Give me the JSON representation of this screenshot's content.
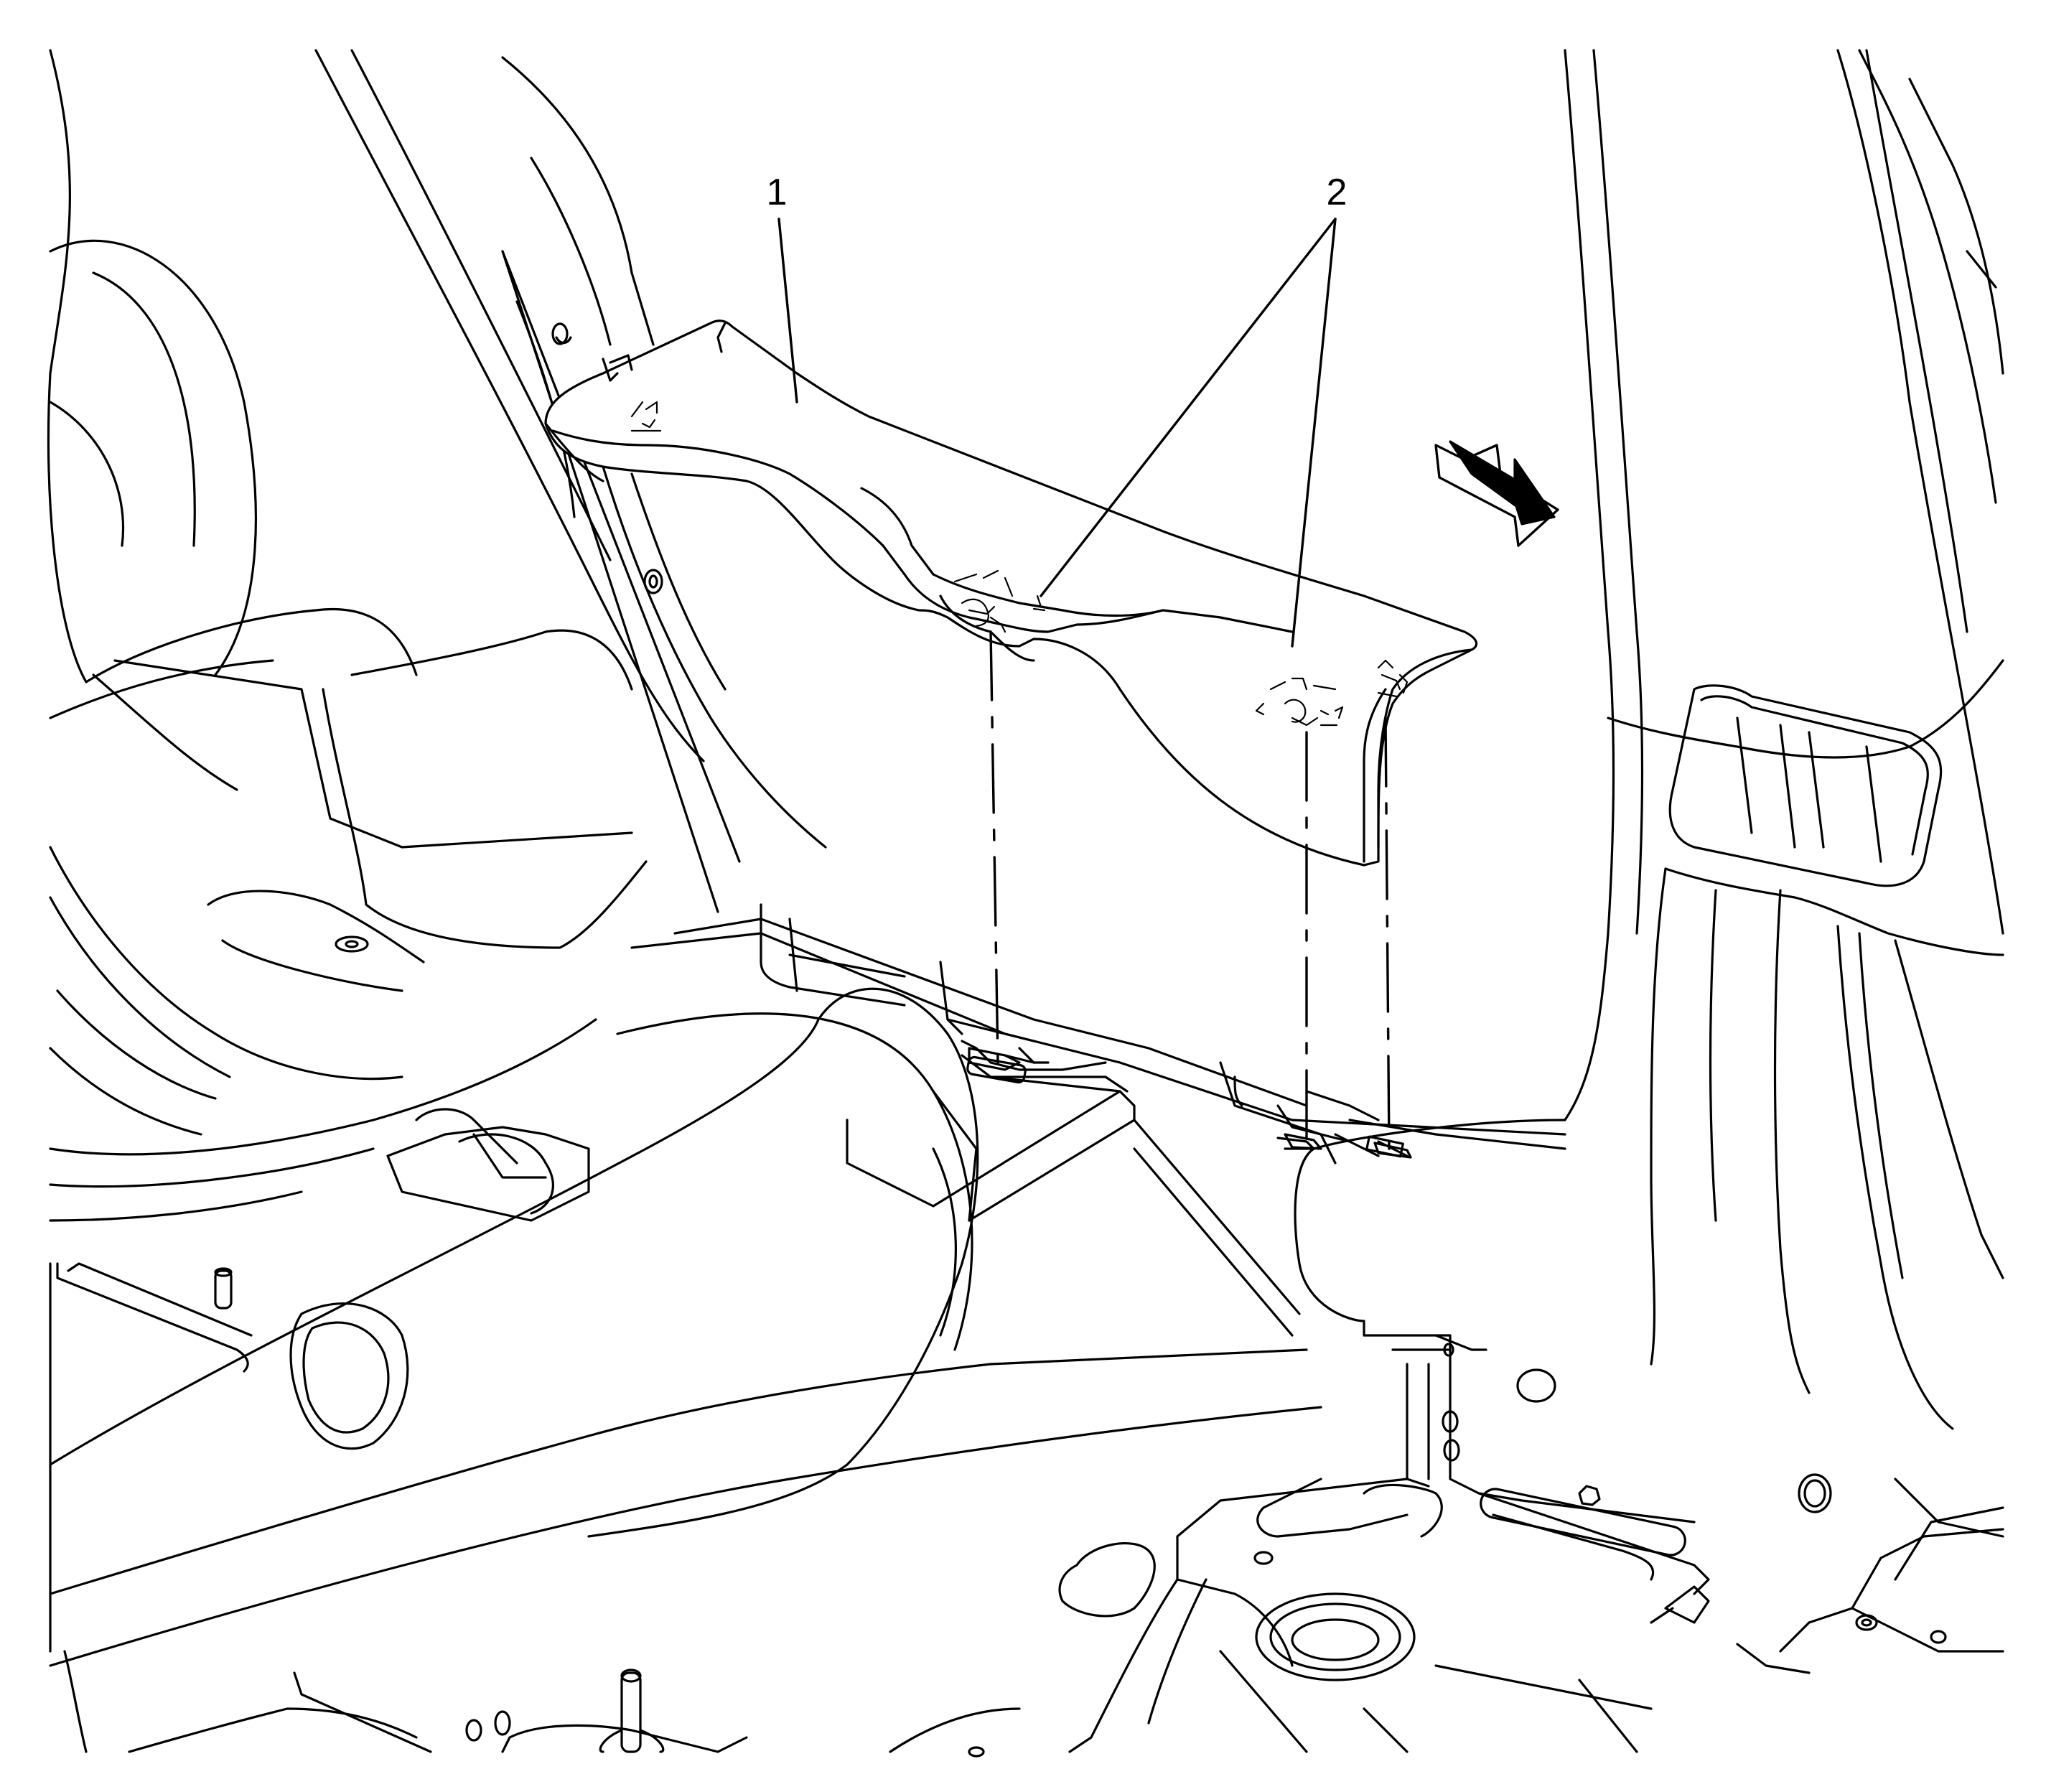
{
  "diagram": {
    "callouts": [
      {
        "id": "1",
        "label": "1"
      },
      {
        "id": "2",
        "label": "2"
      }
    ],
    "icons": [
      "forward-direction-arrow-icon"
    ],
    "colors": {
      "line": "#000000",
      "background": "#ffffff"
    }
  }
}
